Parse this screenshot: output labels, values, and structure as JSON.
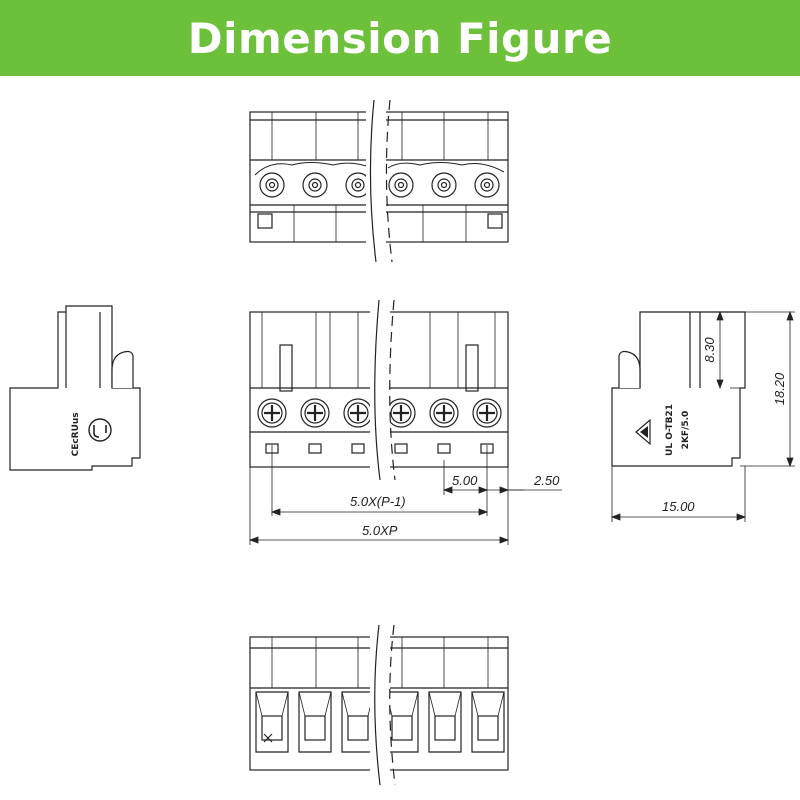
{
  "banner": {
    "title": "Dimension Figure",
    "color": "#6cc03a"
  },
  "dimensions": {
    "pin_pitch": "5.00",
    "edge_offset": "2.50",
    "span_minus_one": "5.0X(P-1)",
    "total_span": "5.0XP",
    "depth": "15.00",
    "height": "18.20",
    "upper_height": "8.30"
  },
  "markings": {
    "model": "UL O-TB21",
    "variant": "2KF/5.0",
    "cert_ul": "cRUus",
    "cert_ce": "CE"
  }
}
